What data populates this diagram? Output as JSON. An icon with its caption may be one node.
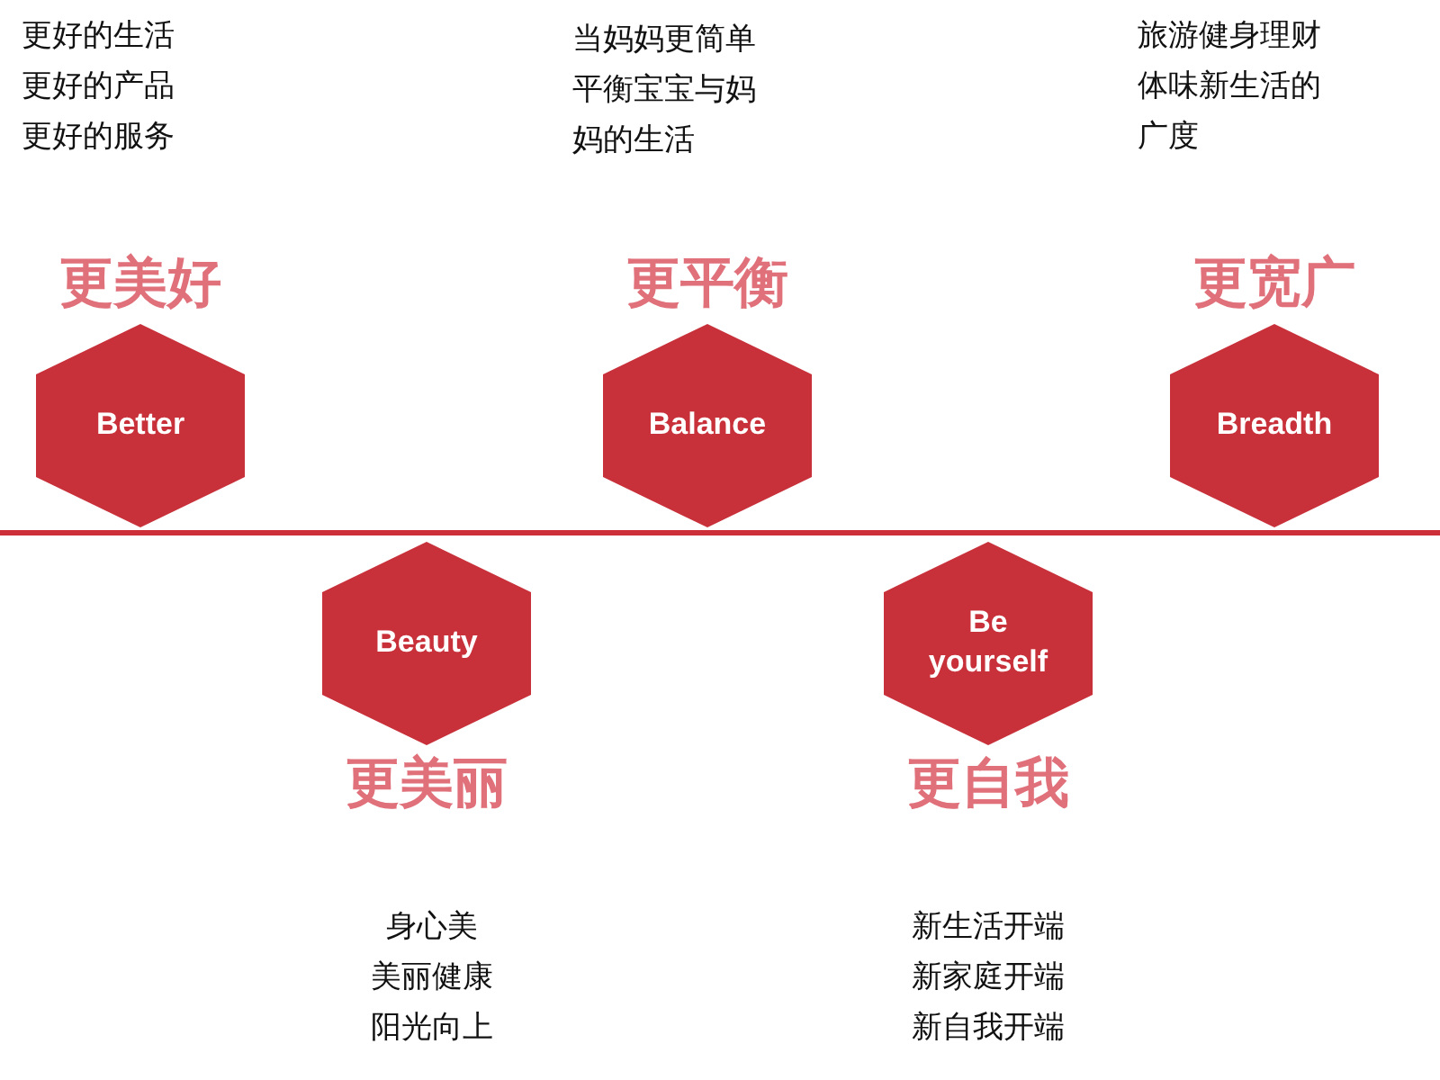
{
  "diagram": {
    "nodes": [
      {
        "text": [
          "更美好",
          "Better"
        ],
        "beside": [
          "更好的生活",
          "更好的产品",
          "更好的服务"
        ]
      },
      {
        "text": [
          "Beauty",
          "更美丽"
        ],
        "beside": [
          "身心美",
          "美丽健康",
          "阳光向上"
        ]
      },
      {
        "text": [
          "更平衡",
          "Balance"
        ],
        "beside": [
          "当妈妈更简单",
          "平衡宝宝与妈妈的生活"
        ]
      },
      {
        "text": [
          "Be yourself",
          "更自我"
        ],
        "beside": [
          "新生活开端",
          "新家庭开端",
          "新自我开端"
        ]
      },
      {
        "text": [
          "更宽广",
          "Breadth"
        ],
        "beside": [
          "旅游健身理财",
          "体味新生活的广度"
        ]
      }
    ],
    "edges": []
  }
}
